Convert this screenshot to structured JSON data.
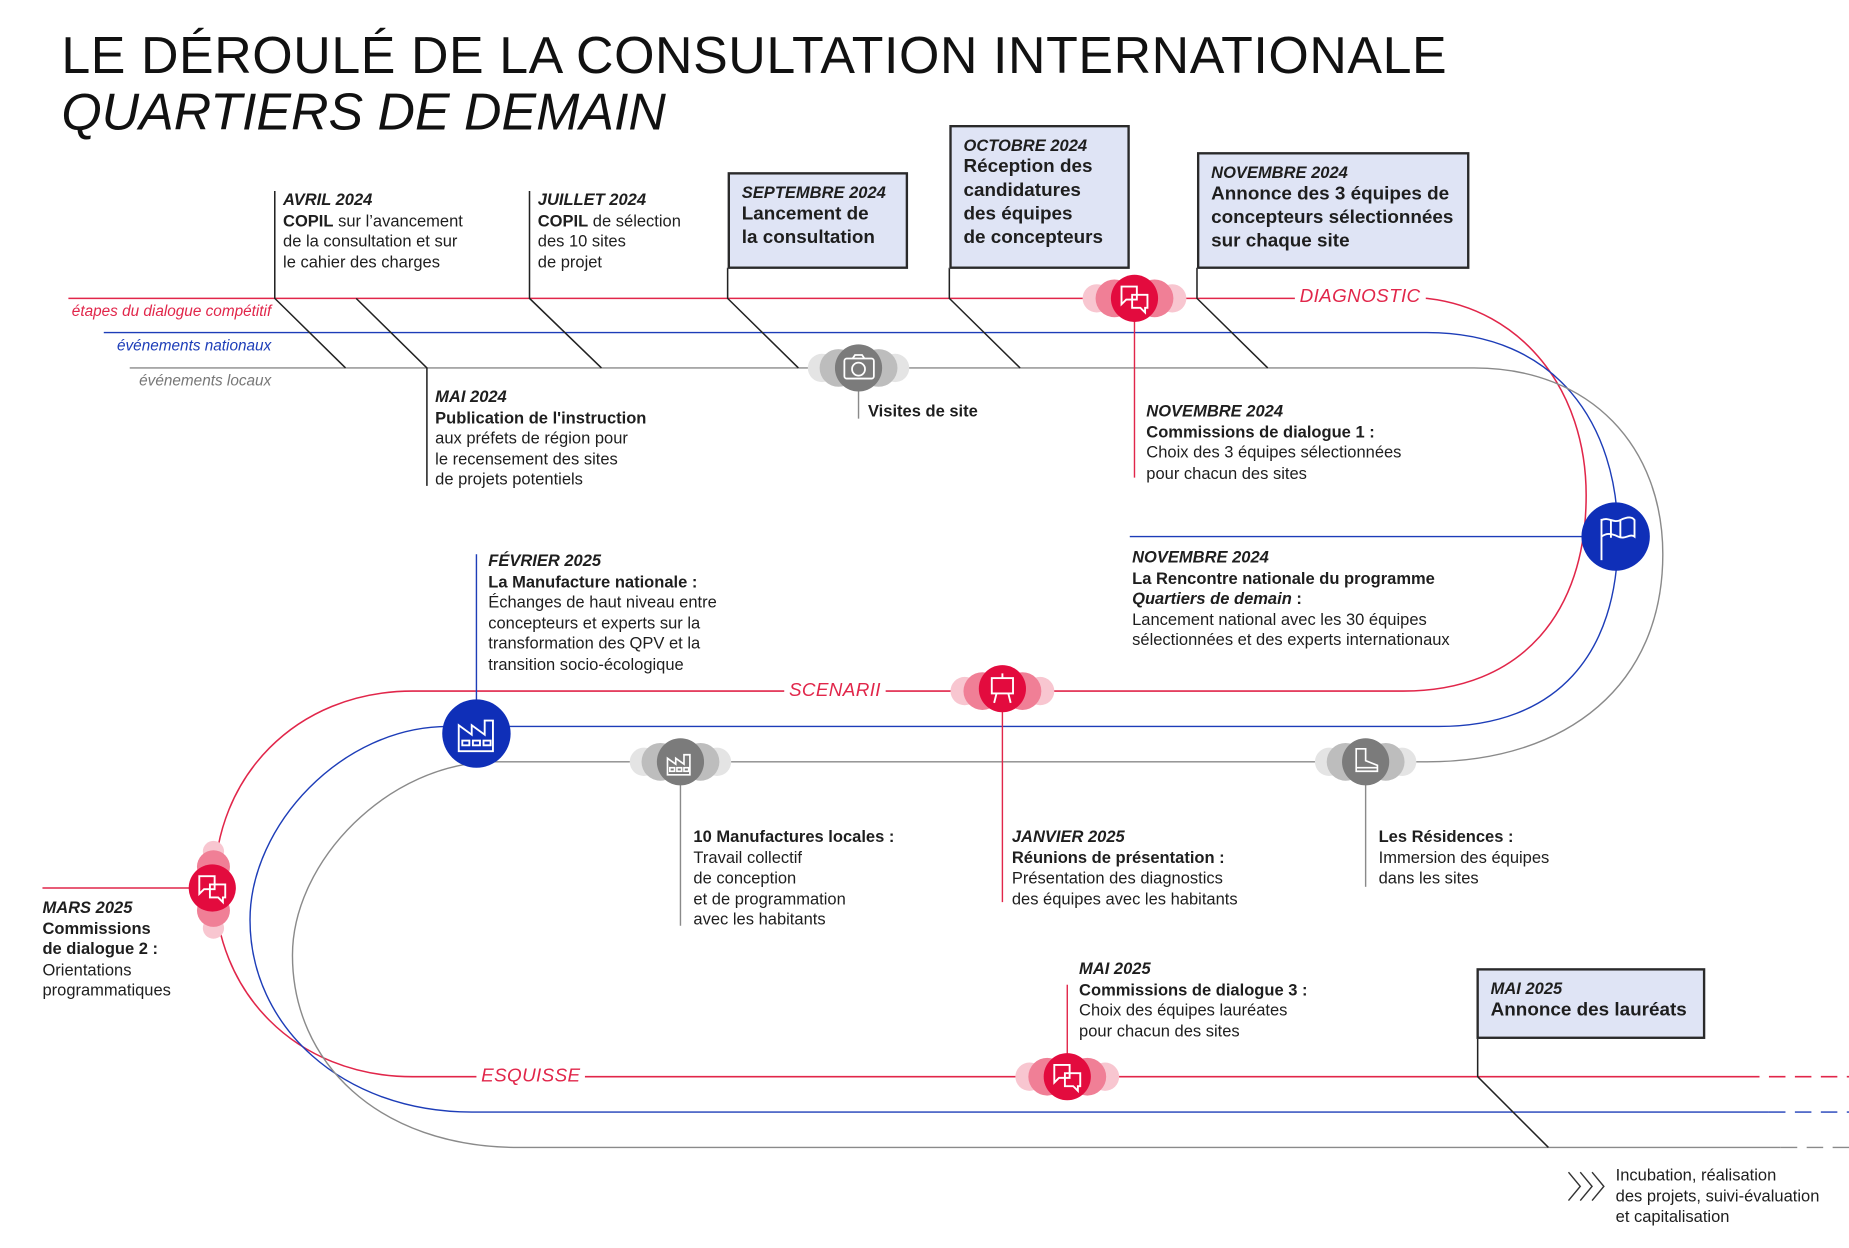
{
  "header": {
    "title": "LE DÉROULÉ DE LA CONSULTATION INTERNATIONALE",
    "subtitle": "QUARTIERS DE DEMAIN"
  },
  "legend": {
    "dialogue": "étapes du dialogue compétitif",
    "national": "événements nationaux",
    "local": "événements locaux"
  },
  "colors": {
    "dialogue": "#e1264a",
    "national": "#1d3db8",
    "local": "#8a8a8a",
    "box_bg": "#dfe4f5"
  },
  "phases": {
    "diagnostic": "DIAGNOSTIC",
    "scenarii": "SCENARII",
    "esquisse": "ESQUISSE"
  },
  "events": {
    "avril_2024": {
      "date": "AVRIL 2024",
      "bold": "COPIL",
      "text_1": " sur l’avancement",
      "text_2": "de la consultation et sur",
      "text_3": "le cahier des charges"
    },
    "mai_2024": {
      "date": "MAI 2024",
      "bold": "Publication de l'instruction",
      "text_1": "aux préfets de région pour",
      "text_2": "le recensement des sites",
      "text_3": "de projets potentiels"
    },
    "juillet_2024": {
      "date": "JUILLET 2024",
      "bold": "COPIL",
      "text_1": " de sélection",
      "text_2": "des 10 sites",
      "text_3": "de projet"
    },
    "septembre_2024": {
      "date": "SEPTEMBRE 2024",
      "line_1": "Lancement de",
      "line_2": "la consultation"
    },
    "visites": {
      "bold": "Visites de site"
    },
    "octobre_2024": {
      "date": "OCTOBRE 2024",
      "line_1": "Réception des",
      "line_2": "candidatures",
      "line_3": "des équipes",
      "line_4": "de concepteurs"
    },
    "novembre_2024_annonce": {
      "date": "NOVEMBRE 2024",
      "line_1": "Annonce des 3 équipes de",
      "line_2": "concepteurs sélectionnées",
      "line_3": "sur chaque site"
    },
    "novembre_2024_commissions": {
      "date": "NOVEMBRE 2024",
      "bold": "Commissions de dialogue 1 :",
      "text_1": "Choix des 3 équipes sélectionnées",
      "text_2": "pour chacun des sites"
    },
    "novembre_2024_rencontre": {
      "date": "NOVEMBRE 2024",
      "bold": "La Rencontre nationale du programme",
      "bold_italic": "Quartiers de demain",
      "colon": " :",
      "text_1": "Lancement national avec les 30 équipes",
      "text_2": "sélectionnées et des experts internationaux"
    },
    "fevrier_2025": {
      "date": "FÉVRIER 2025",
      "bold": "La Manufacture nationale :",
      "text_1": "Échanges de haut niveau entre",
      "text_2": "concepteurs et experts sur la",
      "text_3": "transformation des QPV et la",
      "text_4": "transition socio-écologique"
    },
    "manufactures_locales": {
      "bold": "10 Manufactures locales :",
      "text_1": "Travail collectif",
      "text_2": "de conception",
      "text_3": "et de programmation",
      "text_4": "avec les habitants"
    },
    "janvier_2025": {
      "date": "JANVIER 2025",
      "bold": "Réunions de présentation :",
      "text_1": "Présentation des diagnostics",
      "text_2": "des équipes avec les habitants"
    },
    "residences": {
      "bold": "Les Résidences :",
      "text_1": "Immersion des équipes",
      "text_2": "dans les sites"
    },
    "mars_2025": {
      "date": "MARS 2025",
      "bold_1": "Commissions",
      "bold_2": "de dialogue 2 :",
      "text_1": "Orientations",
      "text_2": "programmatiques"
    },
    "mai_2025_commissions": {
      "date": "MAI 2025",
      "bold": "Commissions de dialogue 3 :",
      "text_1": "Choix des équipes lauréates",
      "text_2": "pour chacun des sites"
    },
    "mai_2025_laureats": {
      "date": "MAI 2025",
      "line_1": "Annonce des lauréats"
    },
    "suite": {
      "text_1": "Incubation, réalisation",
      "text_2": "des projets, suivi-évaluation",
      "text_3": "et capitalisation"
    }
  },
  "icons": {
    "dialogue_1": "speech-bubbles-icon",
    "dialogue_2": "speech-bubbles-icon",
    "dialogue_3": "speech-bubbles-icon",
    "presentation": "presentation-board-icon",
    "visites": "camera-icon",
    "rencontre": "flag-icon",
    "manufacture_nationale": "factory-icon",
    "manufactures_locales": "factory-icon",
    "residences": "boot-icon",
    "suite": "chevrons-right-icon"
  }
}
